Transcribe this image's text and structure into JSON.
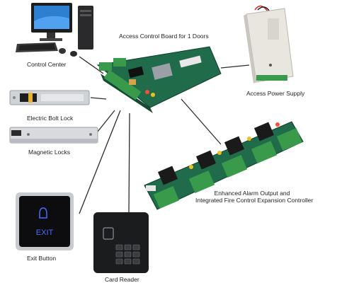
{
  "diagram": {
    "board": {
      "label": "Access Control Board for 1 Doors"
    },
    "components": [
      {
        "id": "control-center",
        "label": "Control Center"
      },
      {
        "id": "power-supply",
        "label": "Access Power Supply"
      },
      {
        "id": "electric-bolt-lock",
        "label": "Electric Bolt Lock"
      },
      {
        "id": "magnetic-locks",
        "label": "Magnetic Locks"
      },
      {
        "id": "expansion-controller",
        "label_line1": "Enhanced Alarm Output and",
        "label_line2": "Integrated Fire Control Expansion Controller"
      },
      {
        "id": "exit-button",
        "label": "Exit Button",
        "button_text": "EXIT"
      },
      {
        "id": "card-reader",
        "label": "Card Reader"
      }
    ]
  },
  "colors": {
    "connector": "#2b2b2b",
    "board_green": "#1f6b4a",
    "terminal_green": "#3a9a4c",
    "relay_black": "#1a1a1a",
    "exit_glow": "#4a6cff"
  }
}
